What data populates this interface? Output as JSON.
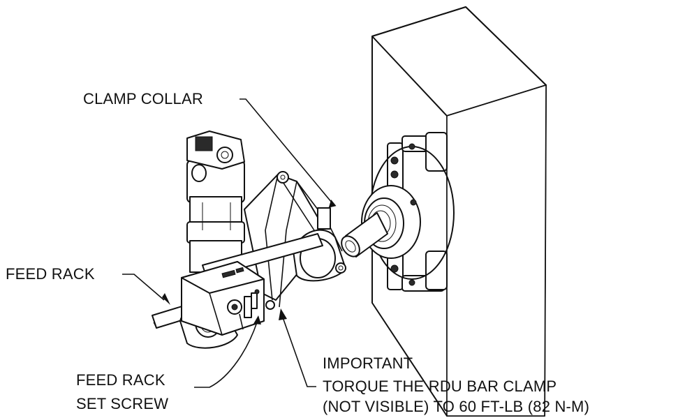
{
  "labels": {
    "clamp_collar": "CLAMP COLLAR",
    "feed_rack": "FEED RACK",
    "feed_rack_set_screw_line1": "FEED RACK",
    "feed_rack_set_screw_line2": "SET SCREW",
    "important_title": "IMPORTANT",
    "important_line1": "TORQUE THE RDU BAR CLAMP",
    "important_line2": "(NOT VISIBLE) TO 60 FT-LB (82 N-M)"
  }
}
